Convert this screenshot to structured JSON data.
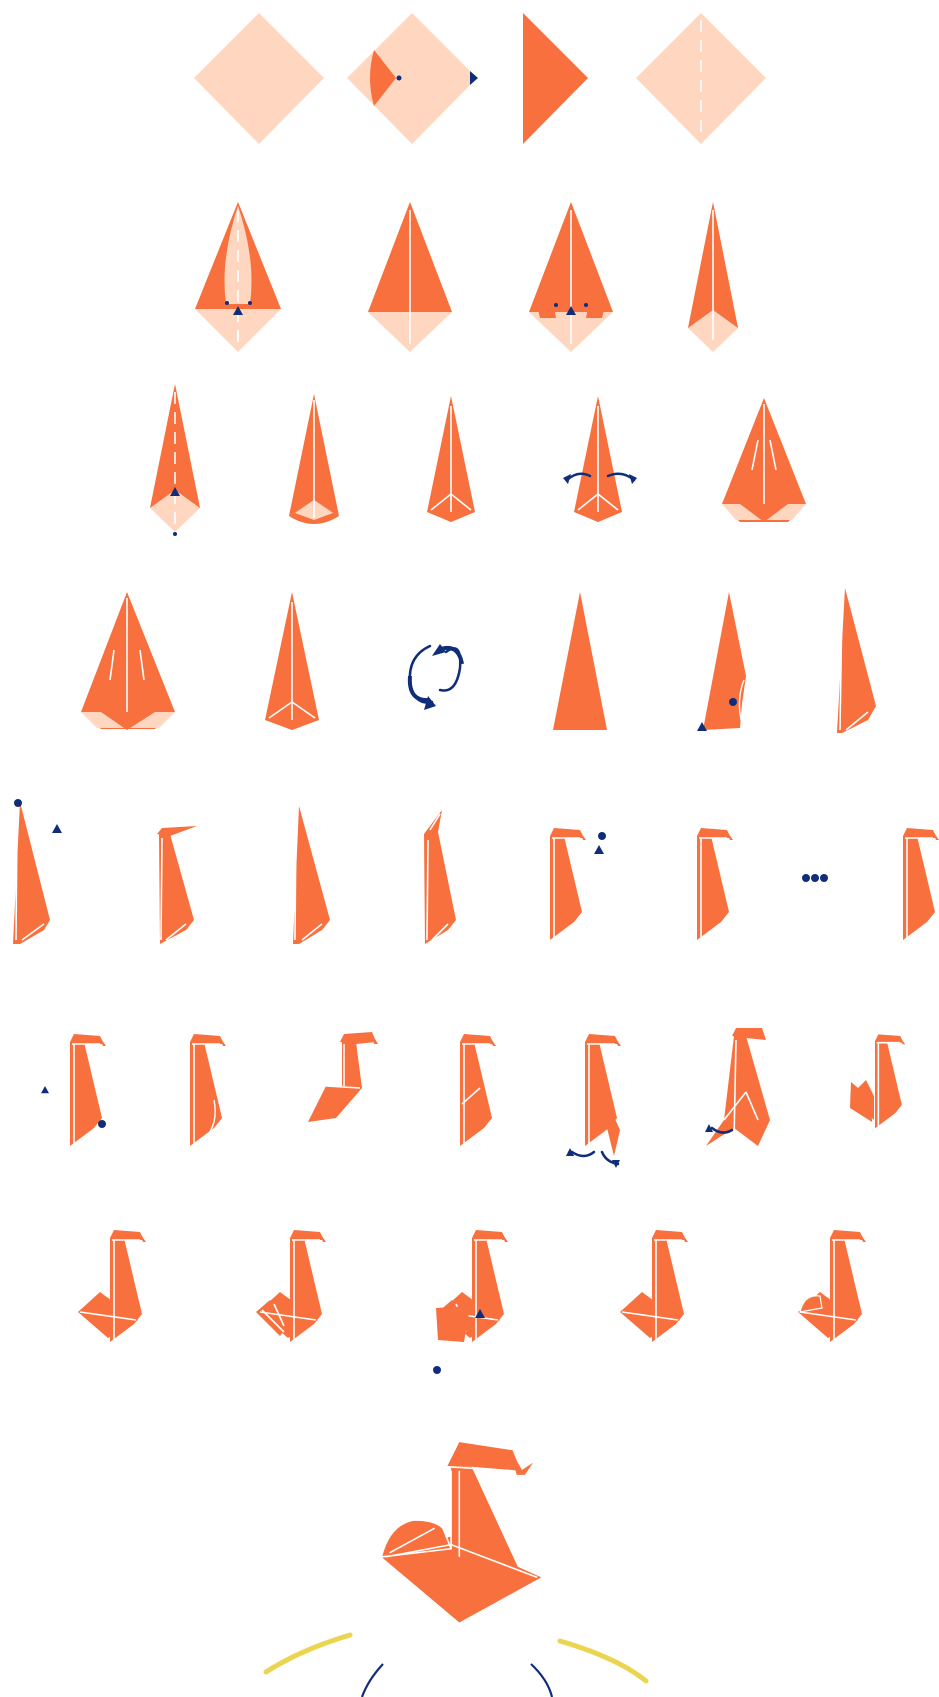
{
  "colors": {
    "orange": "#F7703E",
    "peach": "#FFD7C0",
    "navy": "#0F2D78",
    "crease": "#FFFFFF",
    "yellow": "#EBD550",
    "background": "#FFFFFF"
  },
  "steps": [
    {
      "row": 1,
      "shape": "square-blank",
      "markers": []
    },
    {
      "row": 1,
      "shape": "square-fold-right",
      "markers": [
        "dot",
        "triangle"
      ]
    },
    {
      "row": 1,
      "shape": "triangle-folded",
      "markers": []
    },
    {
      "row": 1,
      "shape": "square-creased",
      "markers": []
    },
    {
      "row": 2,
      "shape": "kite-open",
      "markers": [
        "triangle",
        "dot",
        "dot"
      ]
    },
    {
      "row": 2,
      "shape": "kite",
      "markers": []
    },
    {
      "row": 2,
      "shape": "kite-flaps",
      "markers": [
        "triangle",
        "dot",
        "dot"
      ]
    },
    {
      "row": 2,
      "shape": "narrow-kite",
      "markers": []
    },
    {
      "row": 3,
      "shape": "narrow-kite",
      "markers": [
        "triangle",
        "dot"
      ]
    },
    {
      "row": 3,
      "shape": "narrow-kite-curved",
      "markers": []
    },
    {
      "row": 3,
      "shape": "spike",
      "markers": []
    },
    {
      "row": 3,
      "shape": "spike",
      "markers": [
        "arrow",
        "arrow"
      ]
    },
    {
      "row": 3,
      "shape": "wide-spike",
      "markers": []
    },
    {
      "row": 4,
      "shape": "wide-spike",
      "markers": []
    },
    {
      "row": 4,
      "shape": "spike",
      "markers": []
    },
    {
      "row": 4,
      "shape": "turn-over",
      "markers": [
        "arrow",
        "arrow"
      ]
    },
    {
      "row": 4,
      "shape": "spike-plain",
      "markers": []
    },
    {
      "row": 4,
      "shape": "spike-bent",
      "markers": [
        "dot",
        "triangle"
      ]
    },
    {
      "row": 4,
      "shape": "thin-spike",
      "markers": []
    },
    {
      "row": 5,
      "shape": "thin-spike",
      "markers": [
        "dot",
        "triangle"
      ]
    },
    {
      "row": 5,
      "shape": "neck-head",
      "markers": []
    },
    {
      "row": 5,
      "shape": "thin-spike",
      "markers": []
    },
    {
      "row": 5,
      "shape": "neck-tip",
      "markers": []
    },
    {
      "row": 5,
      "shape": "neck-head",
      "markers": [
        "dot",
        "triangle"
      ]
    },
    {
      "row": 5,
      "shape": "neck-head",
      "markers": []
    },
    {
      "row": 5,
      "shape": "ellipsis",
      "markers": [
        "dot",
        "dot",
        "dot"
      ]
    },
    {
      "row": 5,
      "shape": "neck-head",
      "markers": []
    },
    {
      "row": 6,
      "shape": "neck-head",
      "markers": [
        "triangle",
        "dot"
      ]
    },
    {
      "row": 6,
      "shape": "neck-curl",
      "markers": []
    },
    {
      "row": 6,
      "shape": "neck-bent-tail",
      "markers": []
    },
    {
      "row": 6,
      "shape": "neck-head",
      "markers": []
    },
    {
      "row": 6,
      "shape": "neck-split",
      "markers": [
        "arrow",
        "arrow"
      ]
    },
    {
      "row": 6,
      "shape": "neck-split-wide",
      "markers": [
        "arrow"
      ]
    },
    {
      "row": 6,
      "shape": "swan-small",
      "markers": []
    },
    {
      "row": 7,
      "shape": "swan",
      "markers": []
    },
    {
      "row": 7,
      "shape": "swan-wings",
      "markers": []
    },
    {
      "row": 7,
      "shape": "swan-wings",
      "markers": [
        "triangle",
        "dot"
      ]
    },
    {
      "row": 7,
      "shape": "swan",
      "markers": []
    },
    {
      "row": 7,
      "shape": "swan-round",
      "markers": []
    },
    {
      "row": 8,
      "shape": "final-swan",
      "markers": []
    }
  ]
}
